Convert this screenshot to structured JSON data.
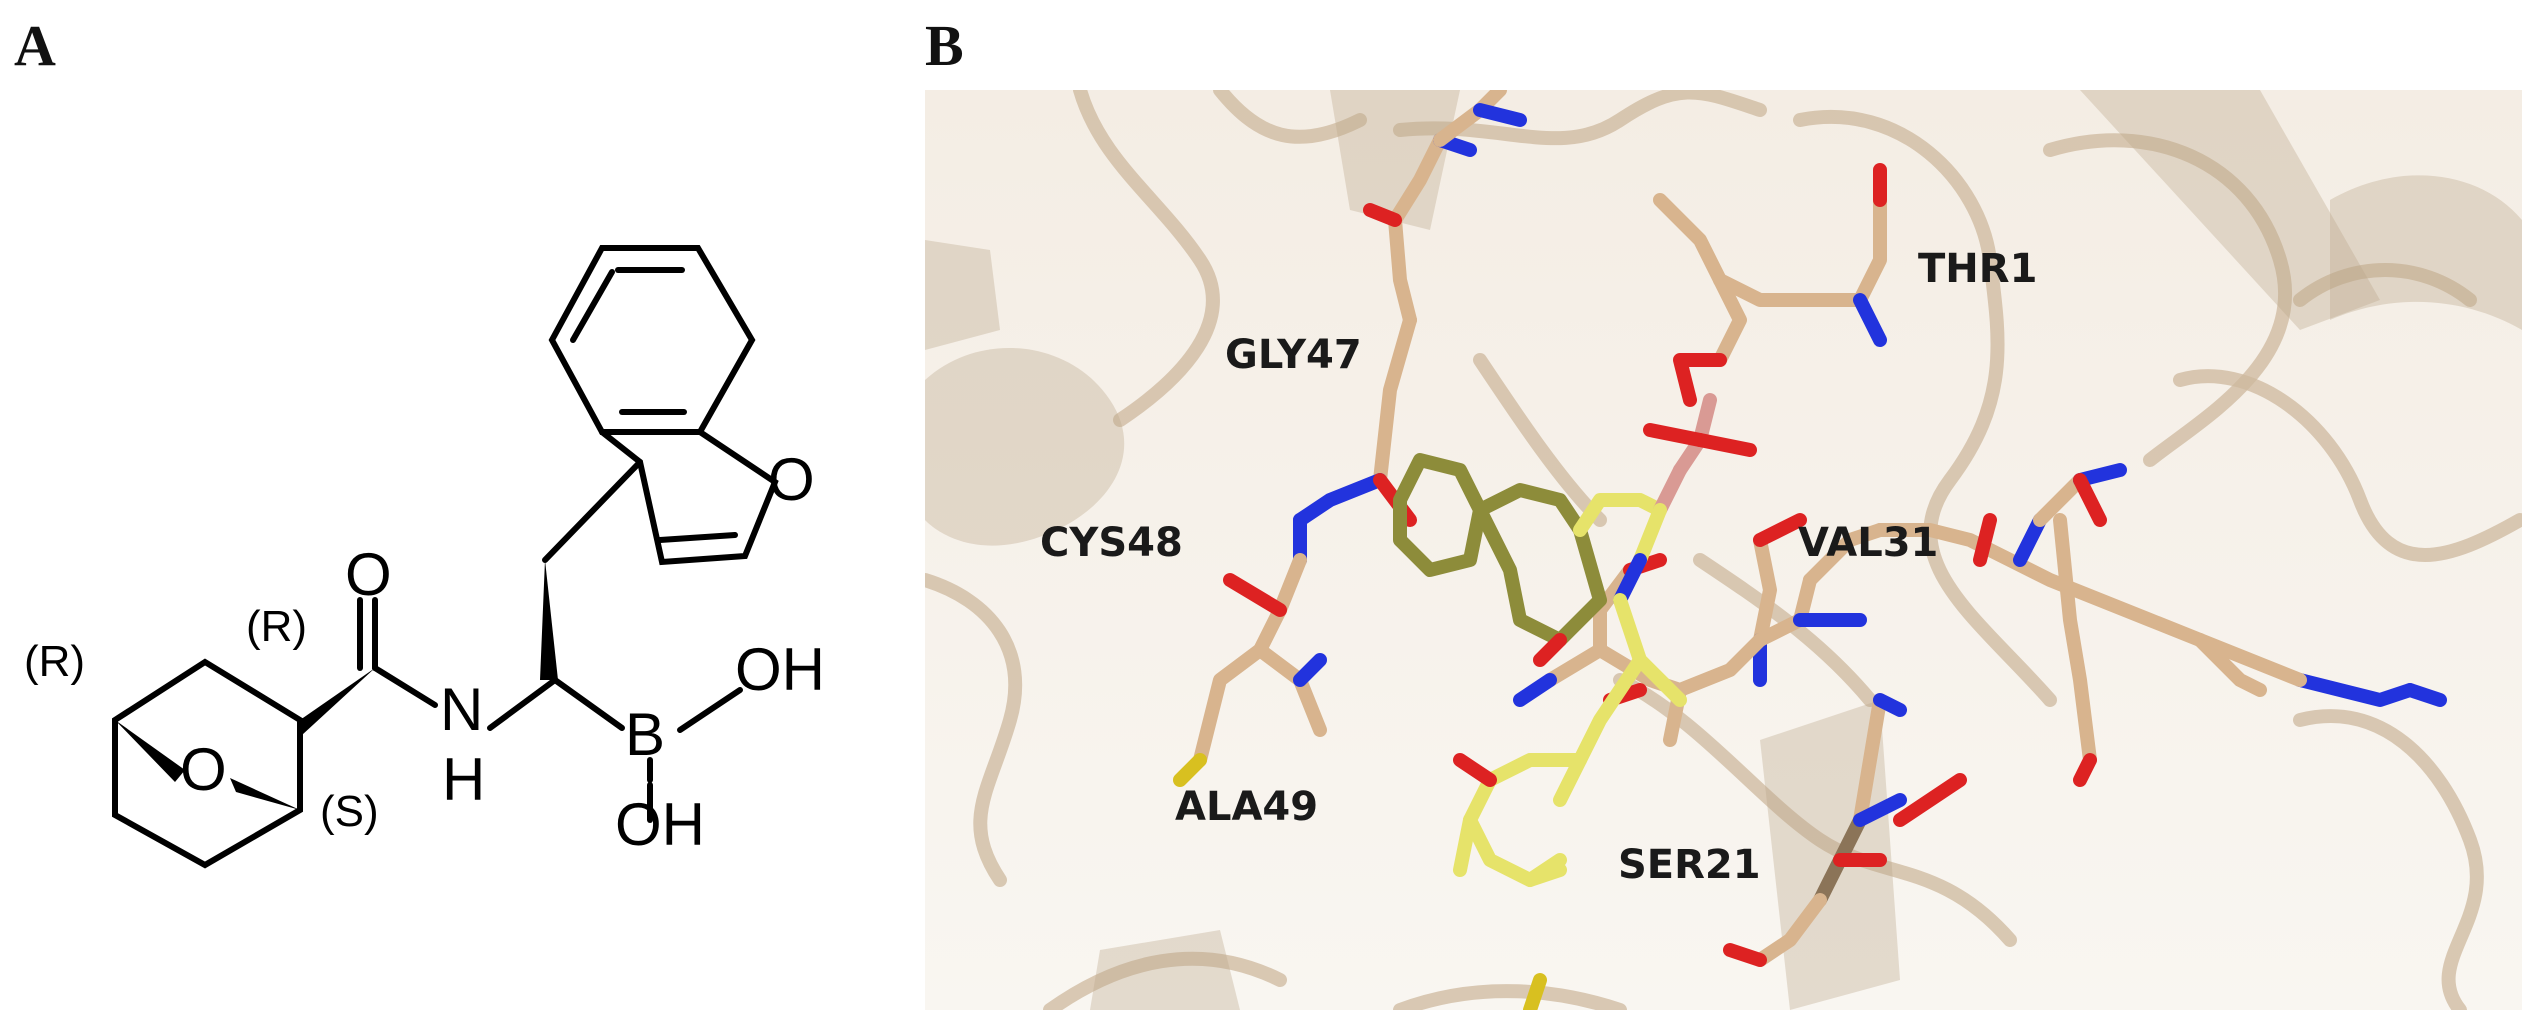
{
  "figure": {
    "panel_a_label": "A",
    "panel_b_label": "B"
  },
  "molecule": {
    "atoms": {
      "carbonyl_o": "O",
      "amide_nh_n": "N",
      "amide_nh_h": "H",
      "boron": "B",
      "boronic_oh_right": "OH",
      "boronic_oh_bottom": "OH",
      "bridge_o": "O",
      "furan_o": "O"
    },
    "stereo": {
      "left": "(R)",
      "top": "(R)",
      "bottom": "(S)"
    }
  },
  "structure_view": {
    "residues": [
      "GLY47",
      "THR1",
      "CYS48",
      "VAL31",
      "ALA49",
      "SER21"
    ],
    "colors": {
      "cartoon": "#c9b296",
      "protein_carbon": "#d8b48e",
      "ligand_carbon": "#e6e36a",
      "ring_carbon": "#8d8c3a",
      "nitrogen": "#2233dd",
      "oxygen": "#dd2222",
      "boron": "#d99a94",
      "sulfur": "#d8c020"
    }
  }
}
